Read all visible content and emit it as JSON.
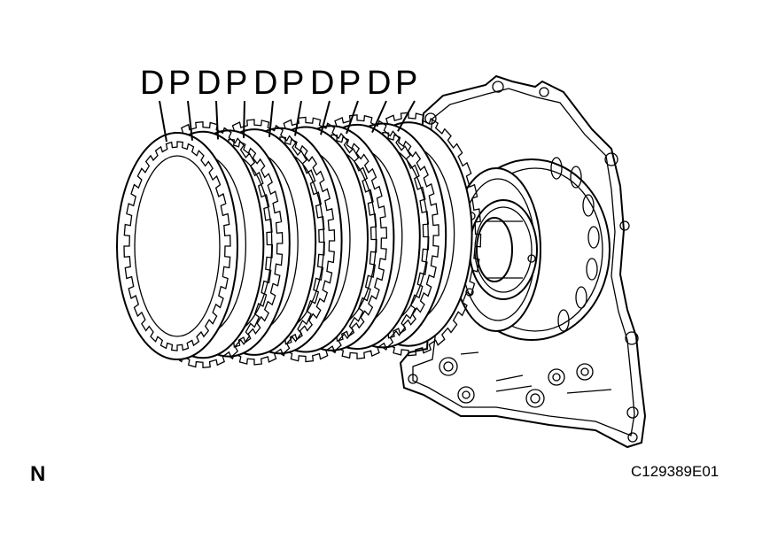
{
  "diagram": {
    "plate_labels": [
      "D",
      "P",
      "D",
      "P",
      "D",
      "P",
      "D",
      "P",
      "D",
      "P"
    ],
    "orientation_mark": "N",
    "figure_code": "C129389E01"
  },
  "colors": {
    "ink": "#000000",
    "paper": "#ffffff"
  }
}
